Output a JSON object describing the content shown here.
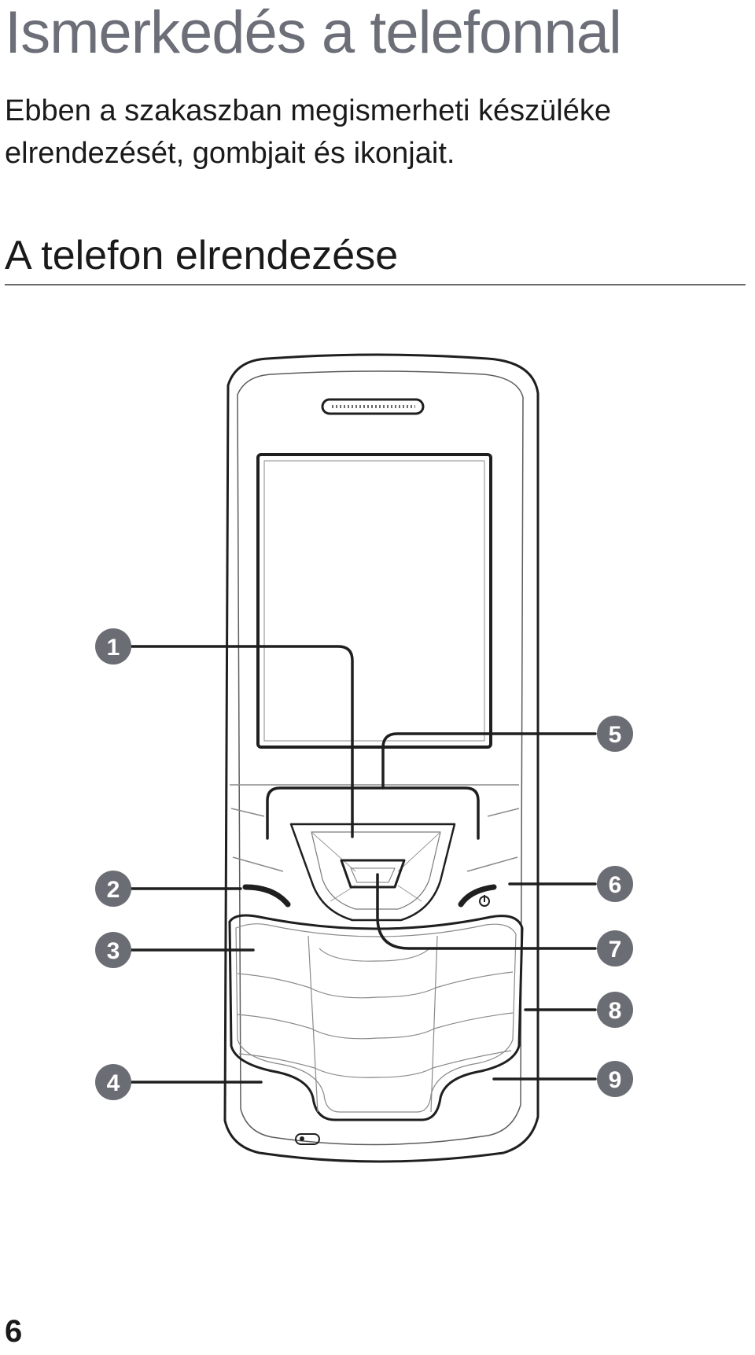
{
  "page": {
    "chapter_title": "Ismerkedés a telefonnal",
    "intro_lines": [
      "Ebben a szakaszban megismerheti készüléke",
      "elrendezését, gombjait és ikonjait."
    ],
    "section_title": "A telefon elrendezése",
    "page_number": "6"
  },
  "figure": {
    "callouts": [
      "1",
      "2",
      "3",
      "4",
      "5",
      "6",
      "7",
      "8",
      "9"
    ]
  },
  "colors": {
    "title_gray": "#6c6f78",
    "callout_fill": "#6b6d74",
    "line_art": "#1f1f1f"
  }
}
